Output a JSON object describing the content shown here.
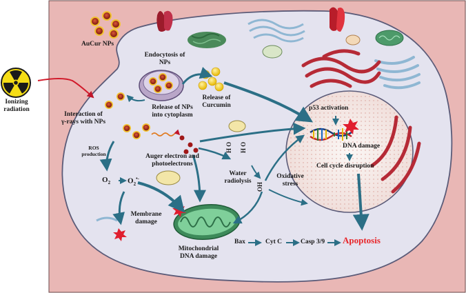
{
  "labels": {
    "ionizing_radiation_line1": "Ionizing",
    "ionizing_radiation_line2": "radiation",
    "aucur_nps": "AuCur NPs",
    "endocytosis_line1": "Endocytosis of",
    "endocytosis_line2": "NPs",
    "release_curcumin_line1": "Release of",
    "release_curcumin_line2": "Curcumin",
    "release_nps_line1": "Release of NPs",
    "release_nps_line2": "into cytoplasm",
    "interaction_line1": "Interaction of",
    "interaction_line2": "γ-rays with NPs",
    "ros_line1": "ROS",
    "ros_line2": "production",
    "auger_line1": "Auger electron and",
    "auger_line2": "photoelectrons",
    "o2": "O",
    "o2_sub": "2",
    "o2_radical": "O",
    "o2_radical_sub": "2",
    "o2_radical_sup": "•-",
    "h2o": "H O",
    "h2o2": "H O",
    "oh_radical": "OH",
    "water_radiolysis_line1": "Water",
    "water_radiolysis_line2": "radiolysis",
    "oxidative_stress_line1": "Oxidative",
    "oxidative_stress_line2": "stress",
    "membrane_damage_line1": "Membrane",
    "membrane_damage_line2": "damage",
    "mito_damage_line1": "Mitochondrial",
    "mito_damage_line2": "DNA damage",
    "p53": "p53 activation",
    "dna_damage": "DNA damage",
    "cell_cycle": "Cell cycle disruption",
    "bax": "Bax",
    "cytc": "Cyt C",
    "casp": "Casp 3/9",
    "apoptosis": "Apoptosis"
  },
  "colors": {
    "cell_fill": "#e9b7b5",
    "cytoplasm": "#e4e3ef",
    "nucleus": "#f4eded",
    "arrow": "#2b6f86",
    "apoptosis": "#e8262a",
    "np_outer": "#f2c230",
    "np_inner": "#c0392b"
  },
  "icons": [
    "radiation-hazard-icon",
    "nanoparticle-icon",
    "mitochondrion-icon",
    "dna-helix-icon",
    "damage-burst-icon"
  ]
}
